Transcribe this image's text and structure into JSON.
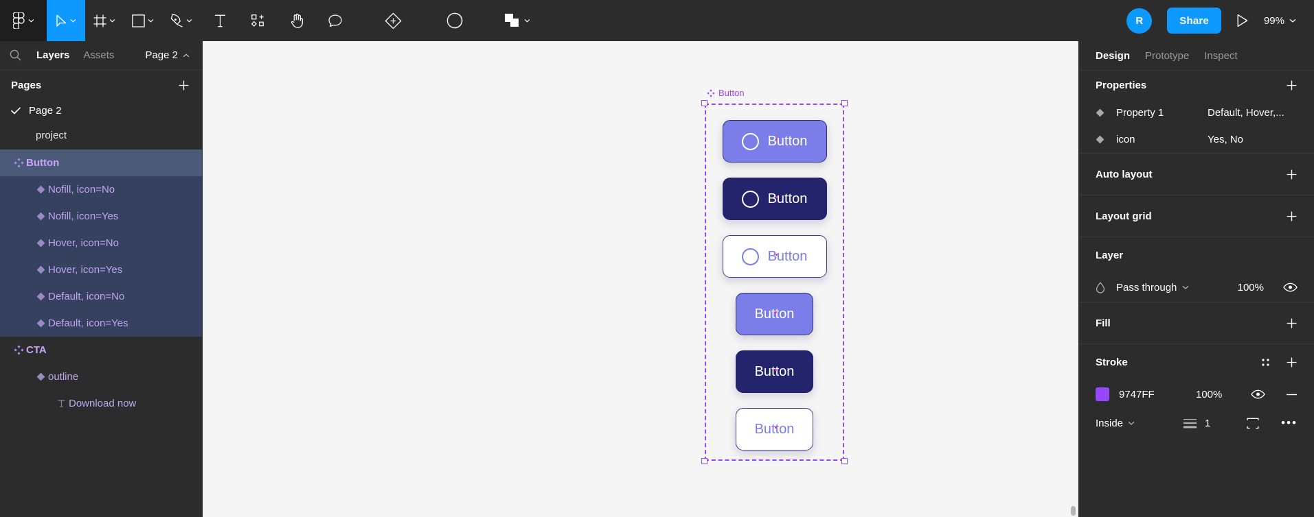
{
  "toolbar": {
    "logo_icon": "figma-logo-icon",
    "tools": [
      {
        "name": "move-tool",
        "icon": "cursor-icon",
        "has_caret": true,
        "active": true
      },
      {
        "name": "frame-tool",
        "icon": "frame-icon",
        "has_caret": true,
        "active": false
      },
      {
        "name": "shape-tool",
        "icon": "rectangle-icon",
        "has_caret": true,
        "active": false
      },
      {
        "name": "pen-tool",
        "icon": "pen-icon",
        "has_caret": true,
        "active": false
      },
      {
        "name": "text-tool",
        "icon": "text-icon",
        "has_caret": false,
        "active": false
      },
      {
        "name": "actions-tool",
        "icon": "components-icon",
        "has_caret": false,
        "active": false
      },
      {
        "name": "hand-tool",
        "icon": "hand-icon",
        "has_caret": false,
        "active": false
      },
      {
        "name": "comment-tool",
        "icon": "comment-icon",
        "has_caret": false,
        "active": false
      }
    ],
    "center_tools": [
      {
        "name": "create-component-button",
        "icon": "component-diamond-icon",
        "has_caret": false
      },
      {
        "name": "mask-button",
        "icon": "mask-half-circle-icon",
        "has_caret": false
      },
      {
        "name": "boolean-union-button",
        "icon": "union-shapes-icon",
        "has_caret": true
      }
    ],
    "avatar_initial": "R",
    "share_label": "Share",
    "present_icon": "play-icon",
    "zoom_label": "99%"
  },
  "sidebar": {
    "search_icon": "search-icon",
    "tabs": [
      {
        "label": "Layers",
        "active": true
      },
      {
        "label": "Assets",
        "active": false
      }
    ],
    "page_select_label": "Page 2",
    "pages": {
      "title": "Pages",
      "add_icon": "plus-icon",
      "items": [
        {
          "label": "Page 2",
          "checked": true,
          "indent": 0
        },
        {
          "label": "project",
          "checked": false,
          "indent": 1
        }
      ]
    },
    "layers": [
      {
        "label": "Button",
        "type": "component-set",
        "depth": 0,
        "state": "selected-main"
      },
      {
        "label": "Nofill, icon=No",
        "type": "variant",
        "depth": 1,
        "state": "selected-child"
      },
      {
        "label": "Nofill, icon=Yes",
        "type": "variant",
        "depth": 1,
        "state": "selected-child"
      },
      {
        "label": "Hover, icon=No",
        "type": "variant",
        "depth": 1,
        "state": "selected-child"
      },
      {
        "label": "Hover, icon=Yes",
        "type": "variant",
        "depth": 1,
        "state": "selected-child"
      },
      {
        "label": "Default, icon=No",
        "type": "variant",
        "depth": 1,
        "state": "selected-child"
      },
      {
        "label": "Default, icon=Yes",
        "type": "variant",
        "depth": 1,
        "state": "selected-child"
      },
      {
        "label": "CTA",
        "type": "component-set",
        "depth": 0,
        "state": "none"
      },
      {
        "label": "outline",
        "type": "variant",
        "depth": 1,
        "state": "none"
      },
      {
        "label": "Download now",
        "type": "text",
        "depth": 2,
        "state": "none"
      }
    ]
  },
  "canvas": {
    "frame_label": "Button",
    "frame_icon": "component-set-icon",
    "background": "#f5f5f5",
    "selection_color": "#9747ff",
    "buttons": [
      {
        "label": "Button",
        "variant": "v-hover",
        "icon": "circle-icon",
        "has_icon": true
      },
      {
        "label": "Button",
        "variant": "v-default",
        "icon": "circle-icon",
        "has_icon": true
      },
      {
        "label": "Button",
        "variant": "v-nofill",
        "icon": "circle-icon",
        "has_icon": true
      },
      {
        "label": "Button",
        "variant": "v-hover",
        "icon": "",
        "has_icon": false
      },
      {
        "label": "Button",
        "variant": "v-default",
        "icon": "",
        "has_icon": false
      },
      {
        "label": "Button",
        "variant": "v-nofill",
        "icon": "",
        "has_icon": false
      }
    ]
  },
  "right_panel": {
    "tabs": [
      {
        "label": "Design",
        "active": true
      },
      {
        "label": "Prototype",
        "active": false
      },
      {
        "label": "Inspect",
        "active": false
      }
    ],
    "properties": {
      "title": "Properties",
      "add_icon": "plus-icon",
      "rows": [
        {
          "name": "Property 1",
          "value": "Default, Hover,..."
        },
        {
          "name": "icon",
          "value": "Yes, No"
        }
      ]
    },
    "auto_layout": {
      "title": "Auto layout",
      "add_icon": "plus-icon"
    },
    "layout_grid": {
      "title": "Layout grid",
      "add_icon": "plus-icon"
    },
    "layer": {
      "title": "Layer",
      "blend_mode": "Pass through",
      "opacity": "100%",
      "visibility_icon": "eye-icon"
    },
    "fill": {
      "title": "Fill",
      "add_icon": "plus-icon"
    },
    "stroke": {
      "title": "Stroke",
      "style_icon": "stroke-styles-icon",
      "add_icon": "plus-icon",
      "color_hex": "9747FF",
      "color_value": "#9747FF",
      "opacity": "100%",
      "visibility_icon": "eye-icon",
      "remove_icon": "minus-icon",
      "align": "Inside",
      "weight": "1",
      "weight_icon": "stroke-weight-icon",
      "advanced_icon": "individual-strokes-icon",
      "more_icon": "more-options-icon"
    }
  }
}
